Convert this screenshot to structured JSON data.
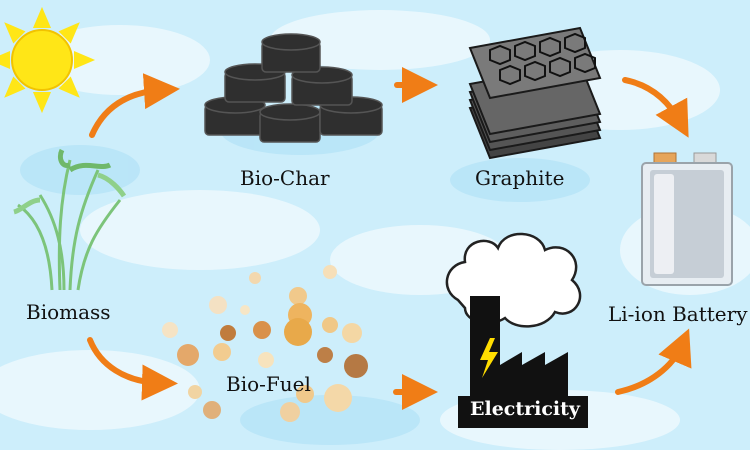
{
  "nodes": {
    "biochar": {
      "label": "Bio-Char"
    },
    "graphite": {
      "label": "Graphite"
    },
    "biomass": {
      "label": "Biomass"
    },
    "biofuel": {
      "label": "Bio-Fuel"
    },
    "battery": {
      "label": "Li-ion Battery"
    },
    "electricity": {
      "label": "Electricity"
    }
  },
  "colors": {
    "background": "#cdeefb",
    "arrow": "#f07d16",
    "sun": "#ffe617",
    "char": "#3a3a3a",
    "graphite": "#6a6a6a",
    "factory": "#111111",
    "bolt": "#ffdd00",
    "plant": "#7cc47a"
  },
  "icons": [
    "sun-icon",
    "plant-icon",
    "biochar-icon",
    "graphite-icon",
    "droplets-icon",
    "factory-icon",
    "battery-icon"
  ]
}
